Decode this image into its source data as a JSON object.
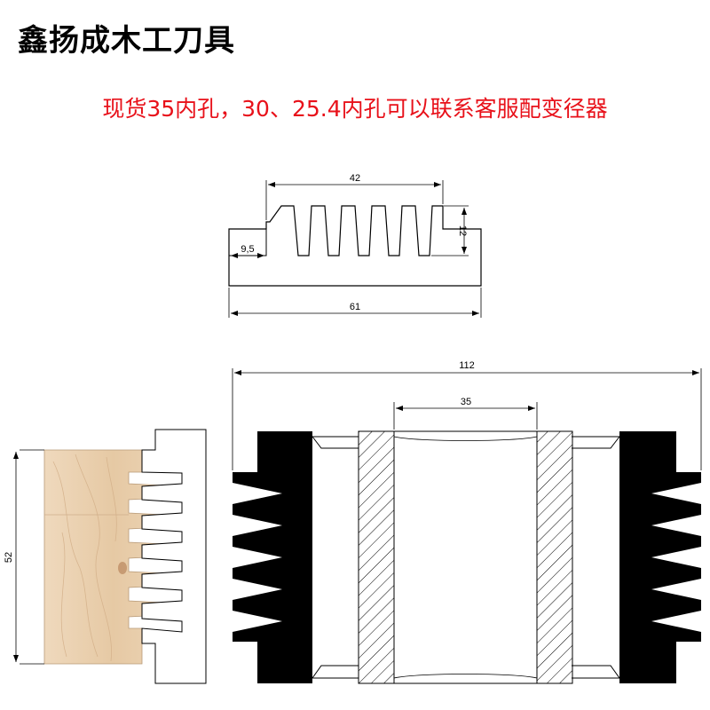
{
  "header": {
    "brand": "鑫扬成木工刀具",
    "notice": "现货35内孔，30、25.4内孔可以联系客服配变径器"
  },
  "profile_dimensions": {
    "comb_width": "42",
    "tooth_depth": "12",
    "left_step": "9,5",
    "total_width": "61"
  },
  "assembly_dimensions": {
    "overall_diameter": "112",
    "bore": "35",
    "cut_height": "52"
  },
  "colors": {
    "notice_red": "#e8111a",
    "cutter_black": "#000000",
    "wood_light": "#ead2b3",
    "wood_grain": "#d4b08a"
  }
}
